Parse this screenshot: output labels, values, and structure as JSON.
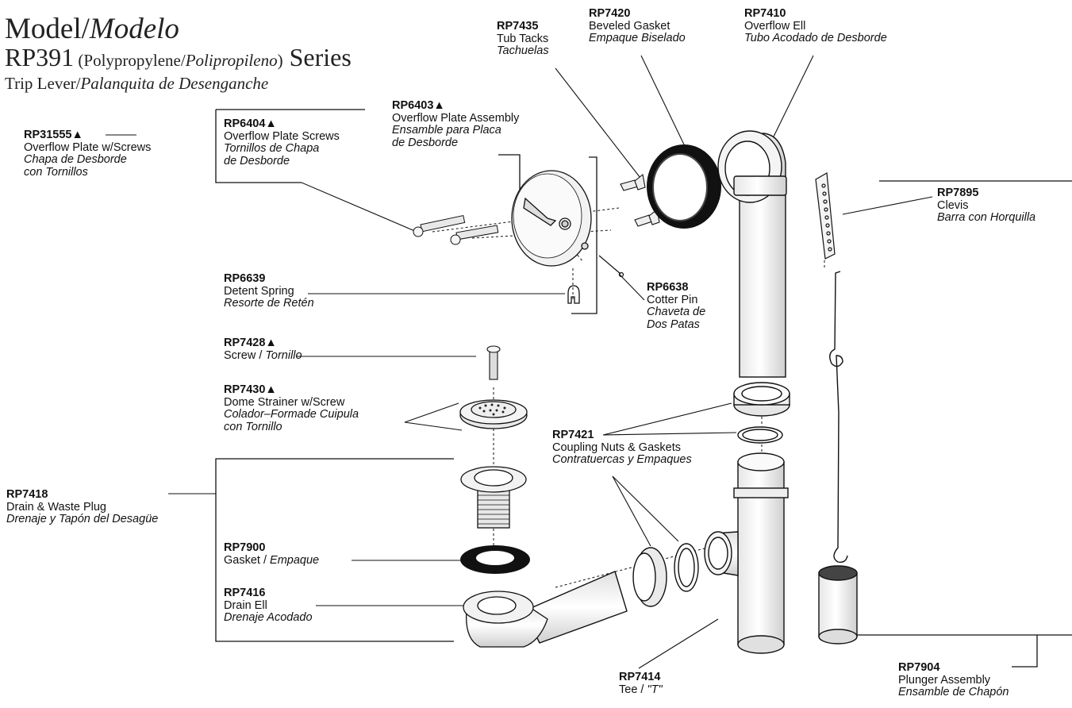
{
  "header": {
    "model_en": "Model/",
    "model_es": "Modelo",
    "series_code": "RP391",
    "series_material_open": " (Polypropylene/",
    "series_material_es": "Polipropileno",
    "series_material_close": ")",
    "series_word": " Series",
    "trip_en": "Trip Lever/",
    "trip_es": "Palanquita de Desenganche"
  },
  "parts": [
    {
      "code": "RP31555▲",
      "en": "Overflow Plate w/Screws",
      "es1": "Chapa de Desborde",
      "es2": "con Tornillos"
    },
    {
      "code": "RP6404▲",
      "en": "Overflow Plate Screws",
      "es1": "Tornillos de Chapa",
      "es2": "de Desborde"
    },
    {
      "code": "RP6403▲",
      "en": "Overflow Plate Assembly",
      "es1": "Ensamble para Placa",
      "es2": "de Desborde"
    },
    {
      "code": "RP7435",
      "en": "Tub Tacks",
      "es1": "Tachuelas"
    },
    {
      "code": "RP7420",
      "en": "Beveled Gasket",
      "es1": "Empaque Biselado"
    },
    {
      "code": "RP7410",
      "en": "Overflow Ell",
      "es1": "Tubo Acodado de Desborde"
    },
    {
      "code": "RP7895",
      "en": "Clevis",
      "es1": "Barra con Horquilla"
    },
    {
      "code": "RP6639",
      "en": "Detent Spring",
      "es1": "Resorte de Retén"
    },
    {
      "code": "RP6638",
      "en": "Cotter Pin",
      "es1": "Chaveta de",
      "es2": "Dos Patas"
    },
    {
      "code": "RP7428▲",
      "en": "Screw / ",
      "es1": "Tornillo"
    },
    {
      "code": "RP7430▲",
      "en": "Dome Strainer w/Screw",
      "es1": "Colador–Formade Cuipula",
      "es2": "con Tornillo"
    },
    {
      "code": "RP7421",
      "en": "Coupling Nuts & Gaskets",
      "es1": "Contratuercas y Empaques"
    },
    {
      "code": "RP7418",
      "en": "Drain & Waste Plug",
      "es1": "Drenaje y Tapón del Desagüe"
    },
    {
      "code": "RP7900",
      "en": "Gasket / ",
      "es1": "Empaque"
    },
    {
      "code": "RP7416",
      "en": "Drain Ell",
      "es1": "Drenaje Acodado"
    },
    {
      "code": "RP7414",
      "en": "Tee / ",
      "es1": "\"T\""
    },
    {
      "code": "RP7904",
      "en": "Plunger Assembly",
      "es1": "Ensamble de Chapón"
    }
  ]
}
